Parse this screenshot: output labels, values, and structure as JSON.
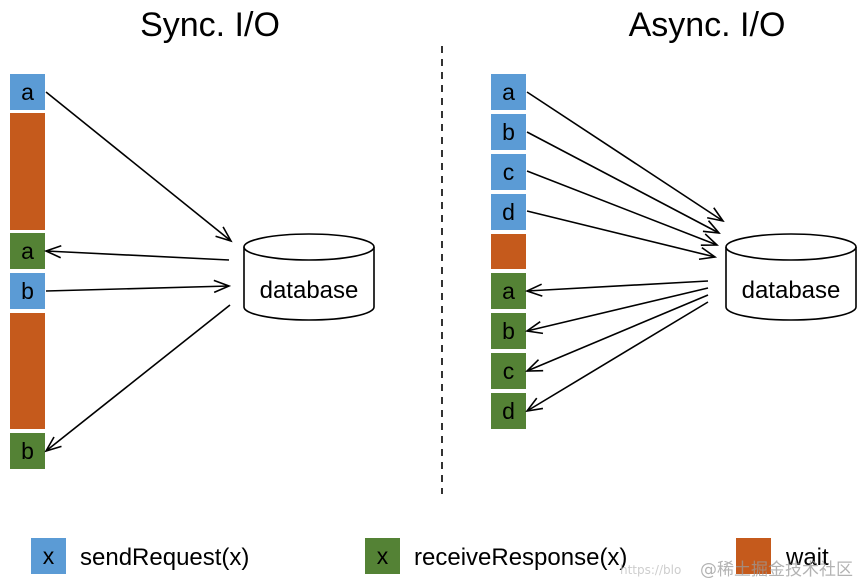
{
  "colors": {
    "send": "#5b9bd5",
    "receive": "#548235",
    "wait": "#c55a1c",
    "line": "#000000"
  },
  "sync": {
    "title": "Sync. I/O",
    "blocks": [
      "a",
      "",
      "a",
      "b",
      "",
      "b"
    ],
    "database_label": "database"
  },
  "async": {
    "title": "Async. I/O",
    "blocks": [
      "a",
      "b",
      "c",
      "d",
      "",
      "a",
      "b",
      "c",
      "d"
    ],
    "database_label": "database"
  },
  "legend": {
    "send_symbol": "x",
    "send_label": "sendRequest(x)",
    "receive_symbol": "x",
    "receive_label": "receiveResponse(x)",
    "wait_label": "wait"
  },
  "watermark": {
    "url_fragment": "https://blo",
    "site": "@稀土掘金技术社区"
  }
}
